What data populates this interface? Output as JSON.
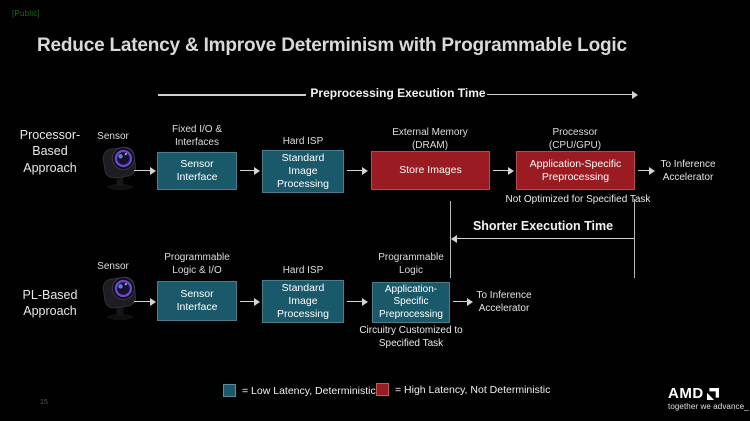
{
  "page": {
    "classification": "[Public]",
    "title": "Reduce Latency & Improve Determinism with Programmable Logic",
    "slide_number": "15"
  },
  "timeline": {
    "label": "Preprocessing Execution Time"
  },
  "comparison": {
    "shorter_label": "Shorter Execution Time"
  },
  "processor_row": {
    "approach": "Processor-\nBased\nApproach",
    "sensor": "Sensor",
    "stage1_top": "Fixed I/O &\nInterfaces",
    "stage1_box": "Sensor\nInterface",
    "stage2_top": "Hard ISP",
    "stage2_box": "Standard\nImage\nProcessing",
    "stage3_top": "External Memory\n(DRAM)",
    "stage3_box": "Store Images",
    "stage4_top": "Processor\n(CPU/GPU)",
    "stage4_box": "Application-Specific\nPreprocessing",
    "stage4_note": "Not Optimized for Specified Task",
    "output": "To Inference\nAccelerator"
  },
  "pl_row": {
    "approach": "PL-Based\nApproach",
    "sensor": "Sensor",
    "stage1_top": "Programmable\nLogic & I/O",
    "stage1_box": "Sensor\nInterface",
    "stage2_top": "Hard ISP",
    "stage2_box": "Standard\nImage\nProcessing",
    "stage3_top": "Programmable\nLogic",
    "stage3_box": "Application-\nSpecific\nPreprocessing",
    "stage3_note": "Circuitry Customized to\nSpecified Task",
    "output": "To Inference\nAccelerator"
  },
  "legend": {
    "low": "= Low Latency, Deterministic",
    "high": "= High Latency, Not Deterministic"
  },
  "footer": {
    "brand": "AMD",
    "tagline": "together we advance_"
  },
  "colors": {
    "teal": "#19596a",
    "red": "#9a1b21",
    "classification_green": "#1d6a1f"
  }
}
